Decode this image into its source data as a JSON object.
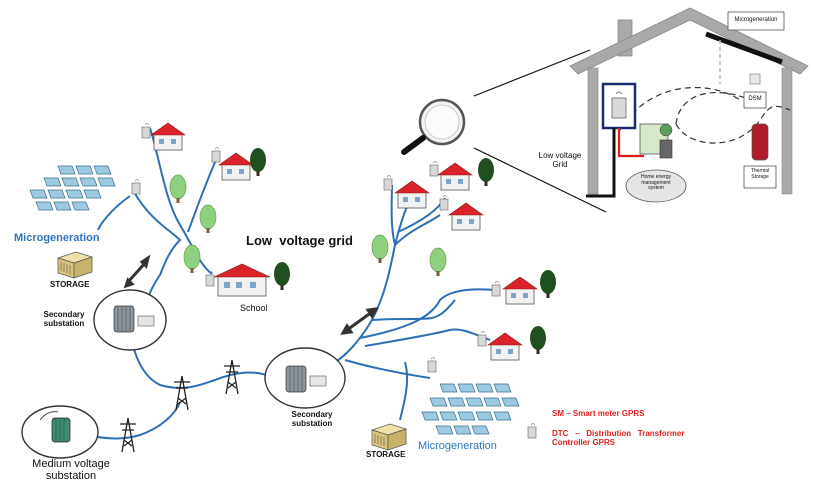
{
  "labels": {
    "microgeneration_left": "Microgeneration",
    "storage_left": "STORAGE",
    "low_voltage_grid": "Low  voltage grid",
    "secondary_substation_left_1": "Secondary",
    "secondary_substation_left_2": "substation",
    "school": "School",
    "medium_voltage_1": "Medium voltage",
    "medium_voltage_2": "substation",
    "secondary_substation_mid_1": "Secondary",
    "secondary_substation_mid_2": "substation",
    "storage_bottom": "STORAGE",
    "microgeneration_bottom": "Microgeneration",
    "low_voltage_grid_house_1": "Low voltage",
    "low_voltage_grid_house_2": "Grid",
    "home_energy_1": "Home energy",
    "home_energy_2": "management",
    "home_energy_3": "system",
    "microgeneration_roof": "Microgeneration",
    "dsm": "DSM",
    "thermal_storage_1": "Thermal",
    "thermal_storage_2": "Storage"
  },
  "legend": {
    "sm": "SM – Smart meter GPRS",
    "dtc_1": "DTC   –   Distribution   Transformer",
    "dtc_2": "Controller GPRS"
  },
  "colors": {
    "grid_line": "#2e6fb5",
    "microgeneration_text": "#2e75c0",
    "legend_text": "#e02020",
    "roof": "#d9222a",
    "tree": "#8fd07e"
  }
}
